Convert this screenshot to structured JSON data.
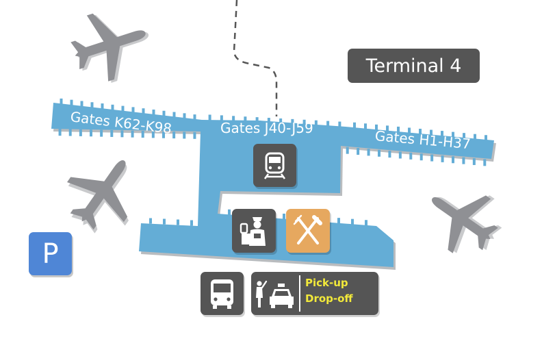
{
  "terminal": {
    "name": "Terminal 4"
  },
  "gates": {
    "left": "Gates K62-K98",
    "center": "Gates J40-J59",
    "right": "Gates H1-H37"
  },
  "services": {
    "parking": "P",
    "taxi_line1": "Pick-up",
    "taxi_line2": "Drop-off"
  },
  "icons": [
    "airplane-icon",
    "train-icon",
    "security-officer-icon",
    "dining-icon",
    "bus-icon",
    "taxi-icon",
    "parking-icon"
  ],
  "colors": {
    "terminal_fill": "#64add6",
    "tile_dark": "#555555",
    "tile_dining": "#e6a85f",
    "parking": "#4f86d6",
    "taxi_text": "#f2e93a",
    "airplane": "#8f9094"
  }
}
